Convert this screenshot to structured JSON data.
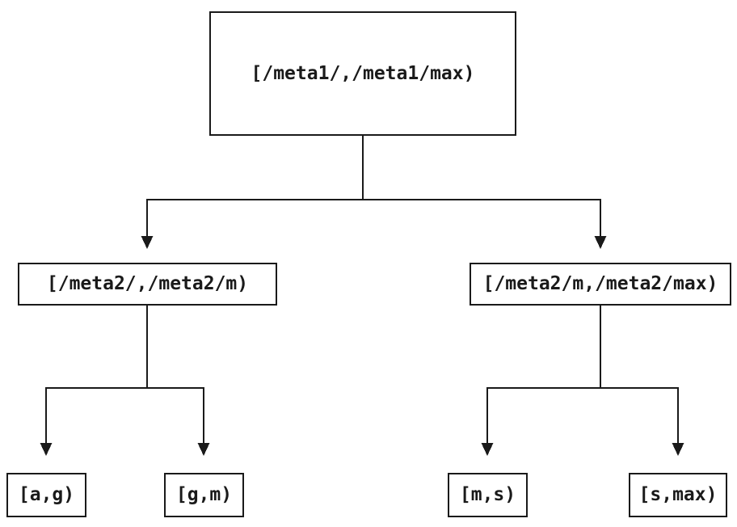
{
  "diagram": {
    "root": {
      "label": "[/meta1/,/meta1/max)"
    },
    "children": [
      {
        "label": "[/meta2/,/meta2/m)"
      },
      {
        "label": "[/meta2/m,/meta2/max)"
      }
    ],
    "leaves": [
      {
        "label": "[a,g)"
      },
      {
        "label": "[g,m)"
      },
      {
        "label": "[m,s)"
      },
      {
        "label": "[s,max)"
      }
    ]
  },
  "colors": {
    "line": "#1a1a1a",
    "text": "#1a1a1a",
    "node_fill": "#ffffff",
    "background": "#ffffff"
  }
}
